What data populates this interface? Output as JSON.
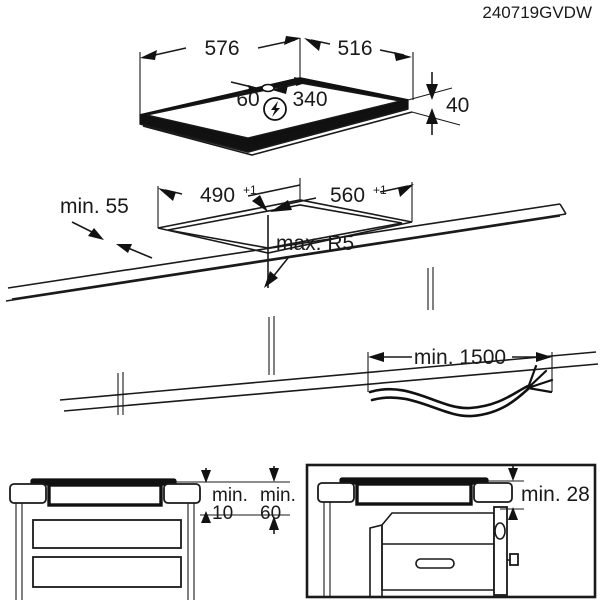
{
  "document": {
    "code": "240719GVDW",
    "type": "appliance-installation-drawing",
    "subject": "Built-in hob installation dimensions"
  },
  "figures": {
    "hob_top": {
      "name": "Hob unit isometric view",
      "dimensions": {
        "width_total": "576",
        "width_partial": "516",
        "offset_left": "60",
        "offset_right": "340",
        "thickness": "40"
      },
      "symbols": {
        "electrical": "lightning-bolt-icon"
      }
    },
    "cutout": {
      "name": "Worktop cutout isometric view",
      "dimensions": {
        "worktop_thickness": "min. 55",
        "cutout_depth": "490",
        "cutout_depth_tolerance": "+1",
        "cutout_width": "560",
        "cutout_width_tolerance": "+1",
        "corner_radius": "max. R5"
      }
    },
    "cable": {
      "name": "Mains connection cable",
      "dimensions": {
        "length": "min. 1500"
      }
    },
    "section_left": {
      "name": "Installation over cabinet cross-section",
      "dimensions": {
        "clearance_top": "min.",
        "clearance_top_value": "10",
        "clearance_bottom": "min.",
        "clearance_bottom_value": "60"
      }
    },
    "section_right": {
      "name": "Installation over oven cross-section",
      "dimensions": {
        "clearance": "min. 28"
      }
    }
  },
  "colors": {
    "ink": "#1a1a1a",
    "fill_dark": "#111111",
    "paper": "#ffffff"
  }
}
